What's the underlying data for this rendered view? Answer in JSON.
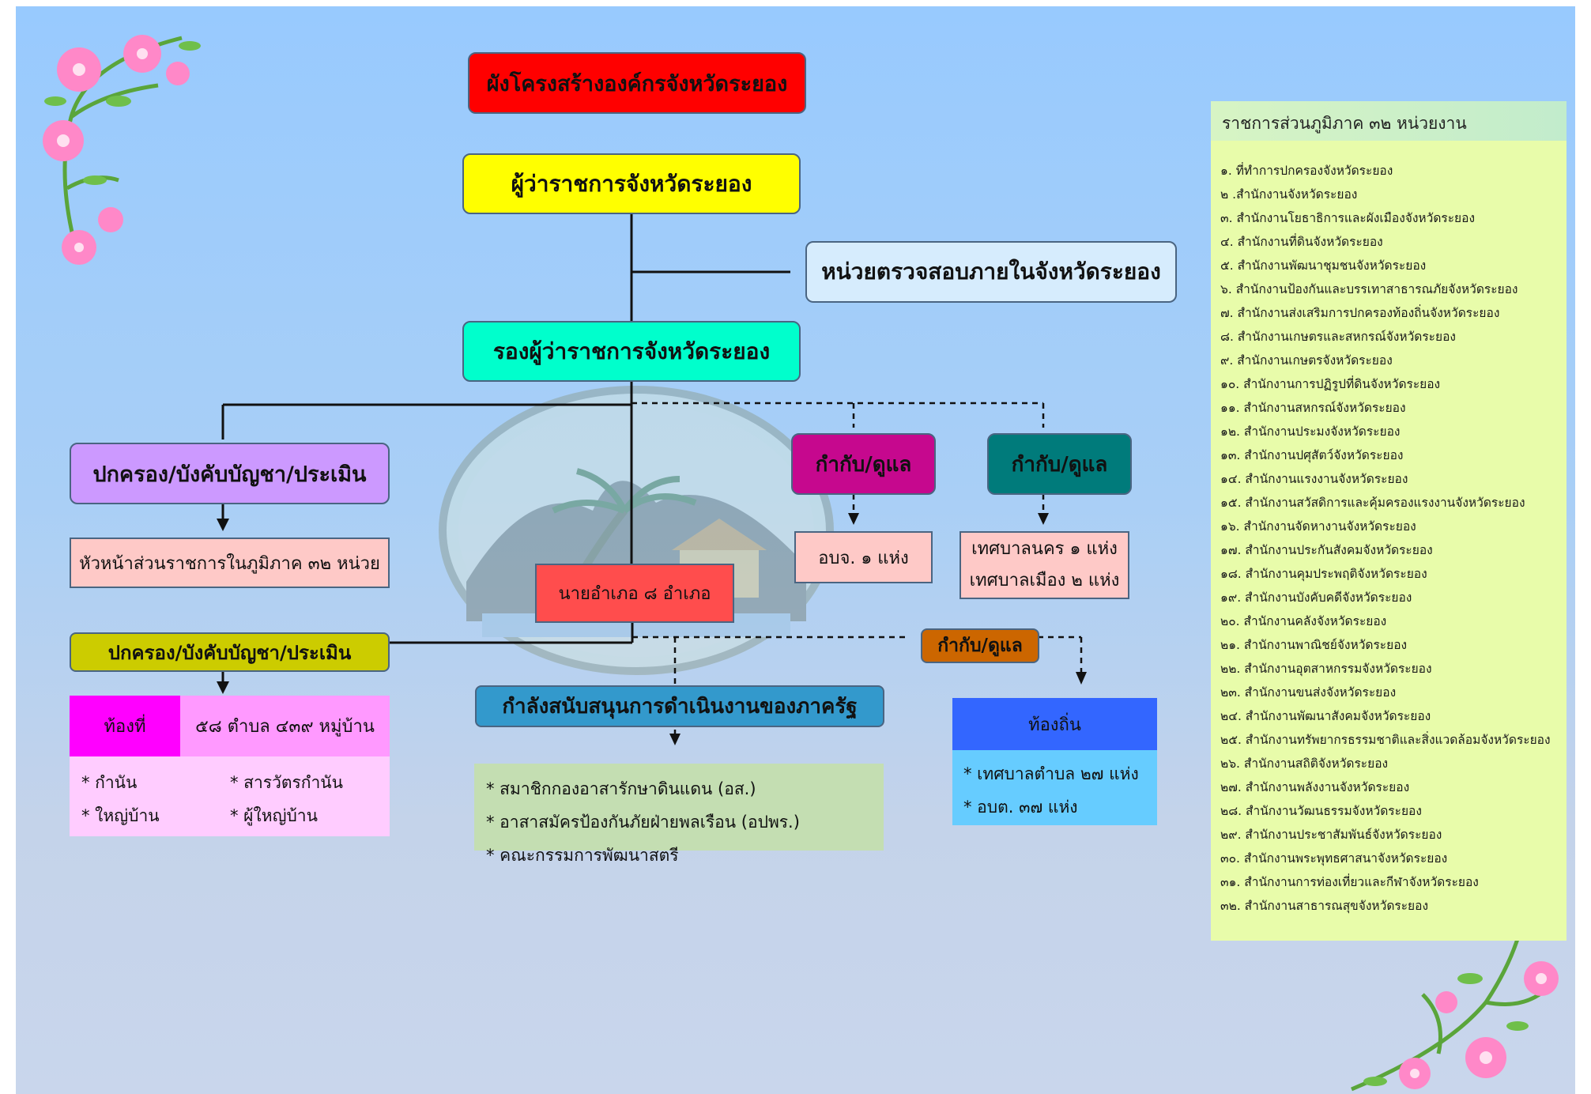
{
  "diagram": {
    "title": "ผังโครงสร้างองค์กรจังหวัดระยอง",
    "governor": "ผู้ว่าราชการจังหวัดระยอง",
    "internal_audit": "หน่วยตรวจสอบภายในจังหวัดระยอง",
    "deputy_governor": "รองผู้ว่าราชการจังหวัดระยอง",
    "admin_left": "ปกครอง/บังคับบัญชา/ประเมิน",
    "regional_heads": "หัวหน้าส่วนราชการในภูมิภาค ๓๒ หน่วย",
    "supervise_1": "กำกับ/ดูแล",
    "supervise_2": "กำกับ/ดูแล",
    "supervise_3": "กำกับ/ดูแล",
    "pao": "อบจ. ๑ แห่ง",
    "municipal_city": "เทศบาลนคร ๑ แห่ง",
    "municipal_town": "เทศบาลเมือง ๒ แห่ง",
    "district_chiefs": "นายอำเภอ ๘ อำเภอ",
    "admin_left_2": "ปกครอง/บังคับบัญชา/ประเมิน",
    "locality_label": "ท้องที่",
    "locality_count": "๕๘ ตำบล ๔๓๙ หมู่บ้าน",
    "locality_items": [
      "* กำนัน",
      "* สารวัตรกำนัน",
      "* ใหญ่บ้าน",
      "* ผู้ใหญ่บ้าน"
    ],
    "support_title": "กำลังสนับสนุนการดำเนินงานของภาครัฐ",
    "support_items": [
      "* สมาชิกกองอาสารักษาดินแดน (อส.)",
      "* อาสาสมัครป้องกันภัยฝ่ายพลเรือน (อปพร.)",
      "* คณะกรรมการพัฒนาสตรี"
    ],
    "local_title": "ท้องถิ่น",
    "local_items": [
      "* เทศบาลตำบล  ๒๗ แห่ง",
      "* อบต. ๓๗ แห่ง"
    ]
  },
  "agencies": {
    "title": "ราชการส่วนภูมิภาค ๓๒ หน่วยงาน",
    "items": [
      "๑. ที่ทำการปกครองจังหวัดระยอง",
      "๒ .สำนักงานจังหวัดระยอง",
      "๓. สำนักงานโยธาธิการและผังเมืองจังหวัดระยอง",
      "๔. สำนักงานที่ดินจังหวัดระยอง",
      "๕. สำนักงานพัฒนาชุมชนจังหวัดระยอง",
      "๖. สำนักงานป้องกันและบรรเทาสาธารณภัยจังหวัดระยอง",
      "๗. สำนักงานส่งเสริมการปกครองท้องถิ่นจังหวัดระยอง",
      "๘. สำนักงานเกษตรและสหกรณ์จังหวัดระยอง",
      "๙. สำนักงานเกษตรจังหวัดระยอง",
      "๑๐. สำนักงานการปฏิรูปที่ดินจังหวัดระยอง",
      "๑๑. สำนักงานสหกรณ์จังหวัดระยอง",
      "๑๒. สำนักงานประมงจังหวัดระยอง",
      "๑๓. สำนักงานปศุสัตว์จังหวัดระยอง",
      "๑๔. สำนักงานแรงงานจังหวัดระยอง",
      "๑๕. สำนักงานสวัสดิการและคุ้มครองแรงงานจังหวัดระยอง",
      "๑๖. สำนักงานจัดหางานจังหวัดระยอง",
      "๑๗. สำนักงานประกันสังคมจังหวัดระยอง",
      "๑๘. สำนักงานคุมประพฤติจังหวัดระยอง",
      "๑๙. สำนักงานบังคับคดีจังหวัดระยอง",
      "๒๐. สำนักงานคลังจังหวัดระยอง",
      "๒๑. สำนักงานพาณิชย์จังหวัดระยอง",
      "๒๒. สำนักงานอุตสาหกรรมจังหวัดระยอง",
      "๒๓. สำนักงานขนส่งจังหวัดระยอง",
      "๒๔. สำนักงานพัฒนาสังคมจังหวัดระยอง",
      "๒๕. สำนักงานทรัพยากรธรรมชาติและสิ่งแวดล้อมจังหวัดระยอง",
      "๒๖. สำนักงานสถิติจังหวัดระยอง",
      "๒๗. สำนักงานพลังงานจังหวัดระยอง",
      "๒๘. สำนักงานวัฒนธรรมจังหวัดระยอง",
      "๒๙. สำนักงานประชาสัมพันธ์จังหวัดระยอง",
      "๓๐. สำนักงานพระพุทธศาสนาจังหวัดระยอง",
      "๓๑. สำนักงานการท่องเที่ยวและกีฬาจังหวัดระยอง",
      "๓๒. สำนักงานสาธารณสุขจังหวัดระยอง"
    ]
  },
  "colors": {
    "title_bg": "#ff0000",
    "governor_bg": "#ffff00",
    "audit_bg": "#d6ecfd",
    "deputy_bg": "#00ffcc",
    "admin_bg": "#cc99ff",
    "peach": "#fec9c7",
    "supervise_magenta": "#c6088e",
    "supervise_teal": "#007b7b",
    "supervise_orange": "#cc6600",
    "district_bg": "#ff4d4d",
    "admin2_bg": "#cccc00",
    "locality_label_bg": "#ff00ff",
    "locality_bg": "#ff99ff",
    "locality_items_bg": "#ffccff",
    "support_title_bg": "#3399cc",
    "support_items_bg": "#c4deb2",
    "local_title_bg": "#3366ff",
    "local_items_bg": "#66ccff",
    "agency_list_bg": "#e8fcaa"
  },
  "icons": [
    "flower-top-left-icon",
    "flower-bottom-right-icon",
    "province-seal-watermark-icon"
  ]
}
